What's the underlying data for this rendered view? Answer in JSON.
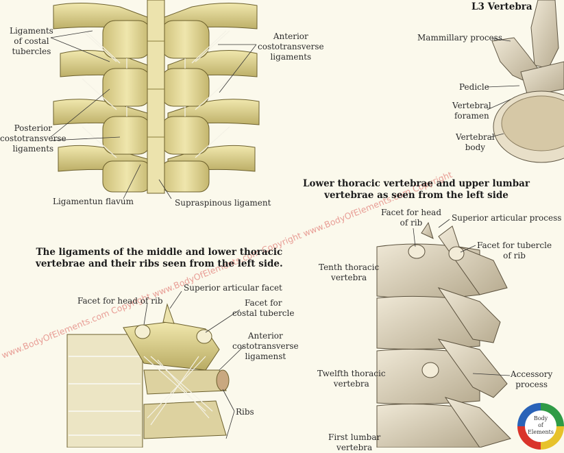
{
  "labels": {
    "ligaments_costal_tubercles": "Ligaments\nof costal\ntubercles",
    "posterior_costotransverse": "Posterior\ncostotransverse\nligaments",
    "anterior_costotransverse_top": "Anterior\ncostotransverse\nligaments",
    "ligamentum_flavum": "Ligamentun flavum",
    "supraspinous": "Supraspinous ligament",
    "l3_title": "L3 Vertebra",
    "mammillary": "Mammillary process",
    "pedicle": "Pedicle",
    "vertebral_foramen": "Vertebral\nforamen",
    "vertebral_body": "Vertebral\nbody",
    "lower_title": "Lower thoracic vertebrae and upper lumbar\nvertebrae as seen from the left side",
    "middle_title": "The ligaments of the middle and lower thoracic\nvertebrae and their ribs seen from the left side.",
    "facet_head_rib_right": "Facet for head\nof rib",
    "superior_articular_process": "Superior articular process",
    "facet_tubercle_rib": "Facet for tubercle\nof rib",
    "tenth_thoracic": "Tenth thoracic\nvertebra",
    "twelfth_thoracic": "Twelfth thoracic\nvertebra",
    "accessory_process": "Accessory\nprocess",
    "first_lumbar": "First lumbar\nvertebra",
    "facet_head_rib_left": "Facet for head of rib",
    "superior_articular_facet": "Superior articular facet",
    "facet_costal_tubercle": "Facet for\ncostal tubercle",
    "anterior_costotransverse_bottom": "Anterior\ncostotransverse\nligamenst",
    "ribs": "Ribs"
  },
  "watermark": "www.BodyOfElements.com Copyright www.BodyOfElements.com Copyright www.BodyOfElements.com Copyright",
  "logo": {
    "line1": "Body",
    "line2": "of",
    "line3": "Elements"
  },
  "colors": {
    "bone": "#e6dc9c",
    "bone_shadow": "#b5a862",
    "ligament": "#f0eee0",
    "outline": "#5a5230"
  }
}
